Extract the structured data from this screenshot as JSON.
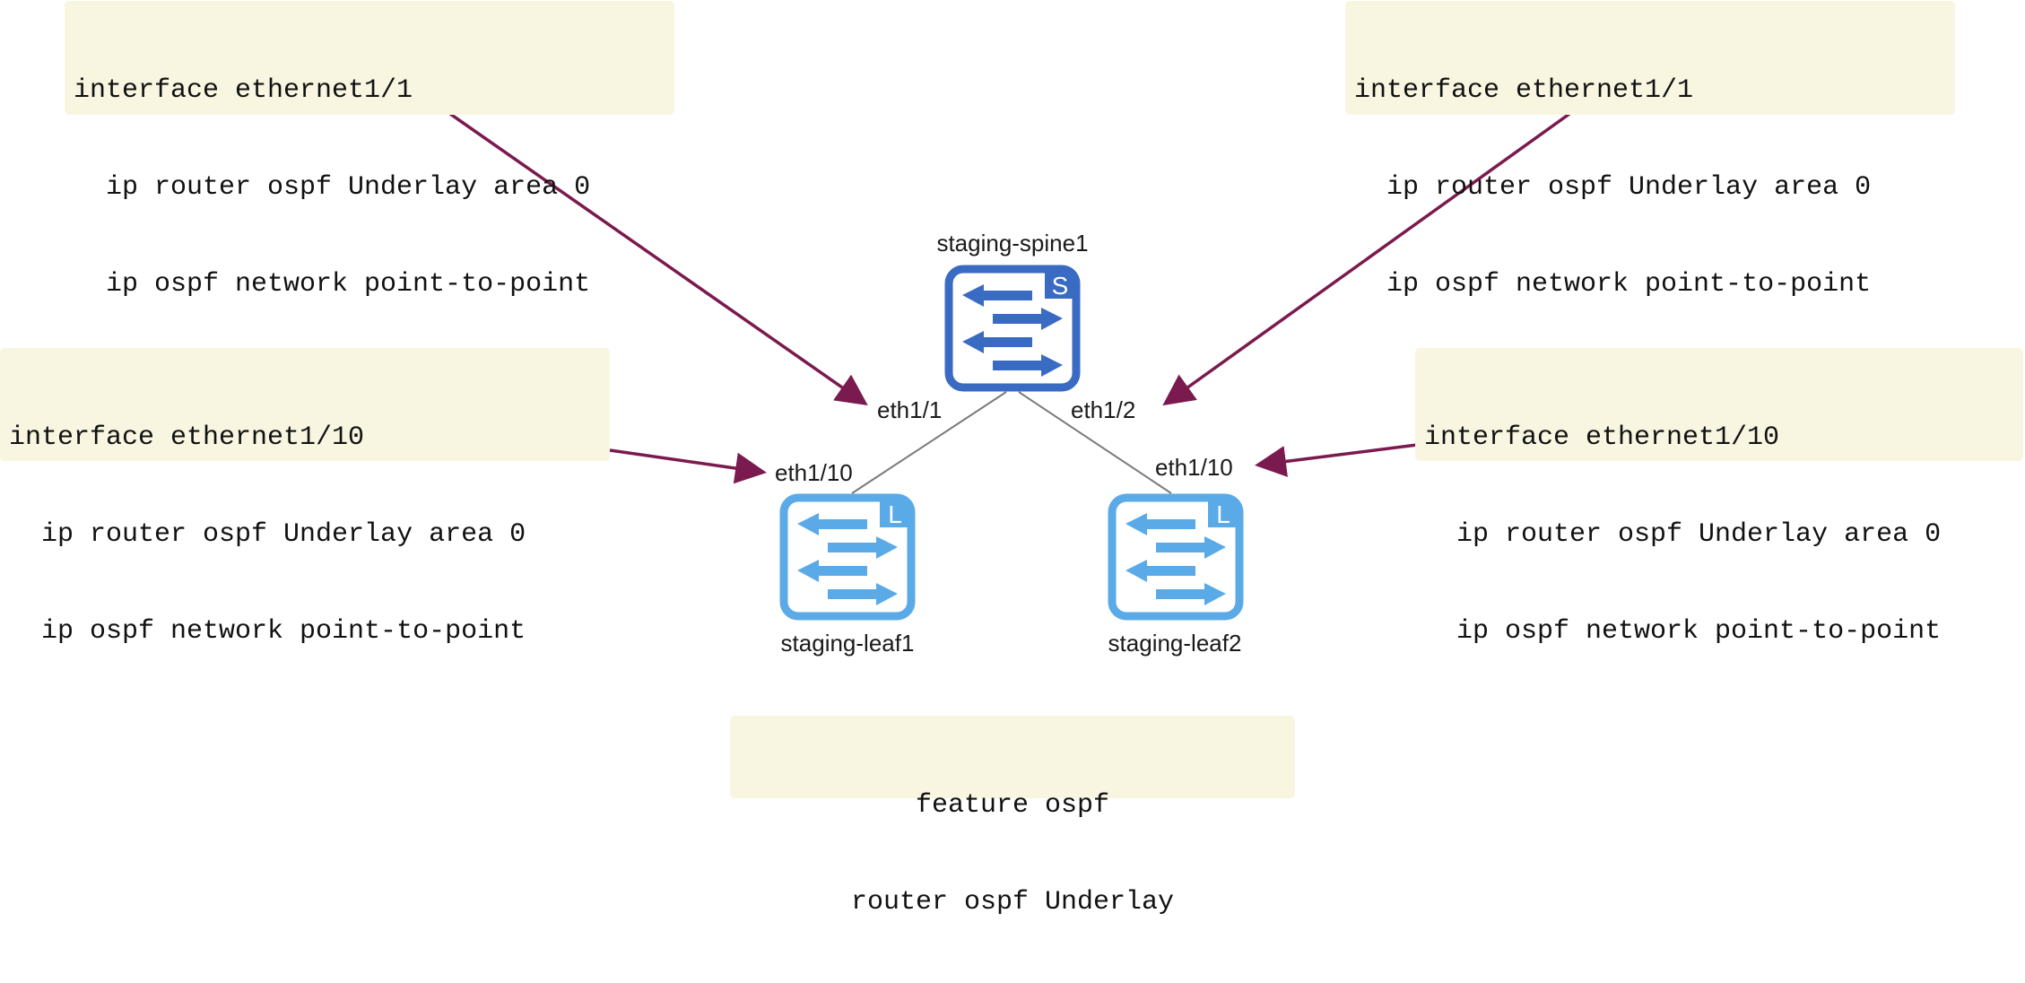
{
  "config_boxes": {
    "top_left": {
      "lines": [
        "interface ethernet1/1",
        "ip router ospf Underlay area 0",
        "ip ospf network point-to-point"
      ]
    },
    "top_right": {
      "lines": [
        "interface ethernet1/1",
        "ip router ospf Underlay area 0",
        "ip ospf network point-to-point"
      ]
    },
    "mid_left": {
      "lines": [
        "interface ethernet1/10",
        "ip router ospf Underlay area 0",
        "ip ospf network point-to-point"
      ]
    },
    "mid_right": {
      "lines": [
        "interface ethernet1/10",
        "ip router ospf Underlay area 0",
        "ip ospf network point-to-point"
      ]
    },
    "bottom_center": {
      "lines": [
        "feature ospf",
        "router ospf Underlay"
      ]
    }
  },
  "nodes": {
    "spine": {
      "name": "staging-spine1",
      "badge": "S",
      "icon": "spine-switch-icon"
    },
    "leaf1": {
      "name": "staging-leaf1",
      "badge": "L",
      "icon": "leaf-switch-icon"
    },
    "leaf2": {
      "name": "staging-leaf2",
      "badge": "L",
      "icon": "leaf-switch-icon"
    }
  },
  "ports": {
    "spine_eth1_1": "eth1/1",
    "spine_eth1_2": "eth1/2",
    "leaf1_eth1_10": "eth1/10",
    "leaf2_eth1_10": "eth1/10"
  },
  "colors": {
    "config_box_bg": "#f8f6e1",
    "arrow": "#7a1a4e",
    "link": "#7a7a7a",
    "spine_icon": "#3a6bc2",
    "leaf_icon": "#5aaae8"
  }
}
